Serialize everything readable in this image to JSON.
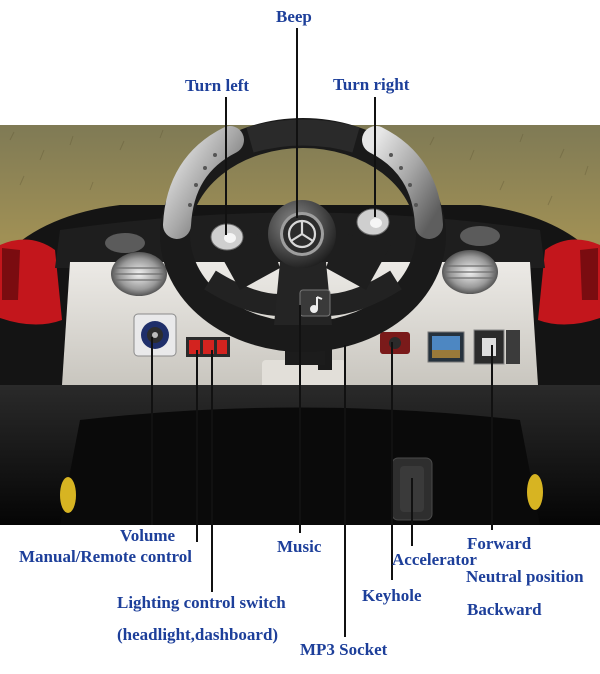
{
  "colors": {
    "label_text": "#1d3f9a",
    "leader_line": "#111111",
    "grass": "#8f8350",
    "car_black": "#151515",
    "car_red": "#c3161c",
    "dashboard": "#d9d7d2",
    "steering_silver": "#b9b9b9"
  },
  "labels": {
    "beep": "Beep",
    "turn_left": "Turn left",
    "turn_right": "Turn right",
    "volume": "Volume",
    "manual_remote": "Manual/Remote control",
    "music": "Music",
    "accelerator": "Accelerator",
    "forward": "Forward",
    "neutral": "Neutral position",
    "keyhole": "Keyhole",
    "backward": "Backward",
    "lighting_switch": "Lighting control switch",
    "lighting_detail": "(headlight,dashboard)",
    "mp3_socket": "MP3 Socket"
  },
  "icons": {
    "brand_logo": "three-pointed-star-icon",
    "music_button": "music-note-icon"
  }
}
